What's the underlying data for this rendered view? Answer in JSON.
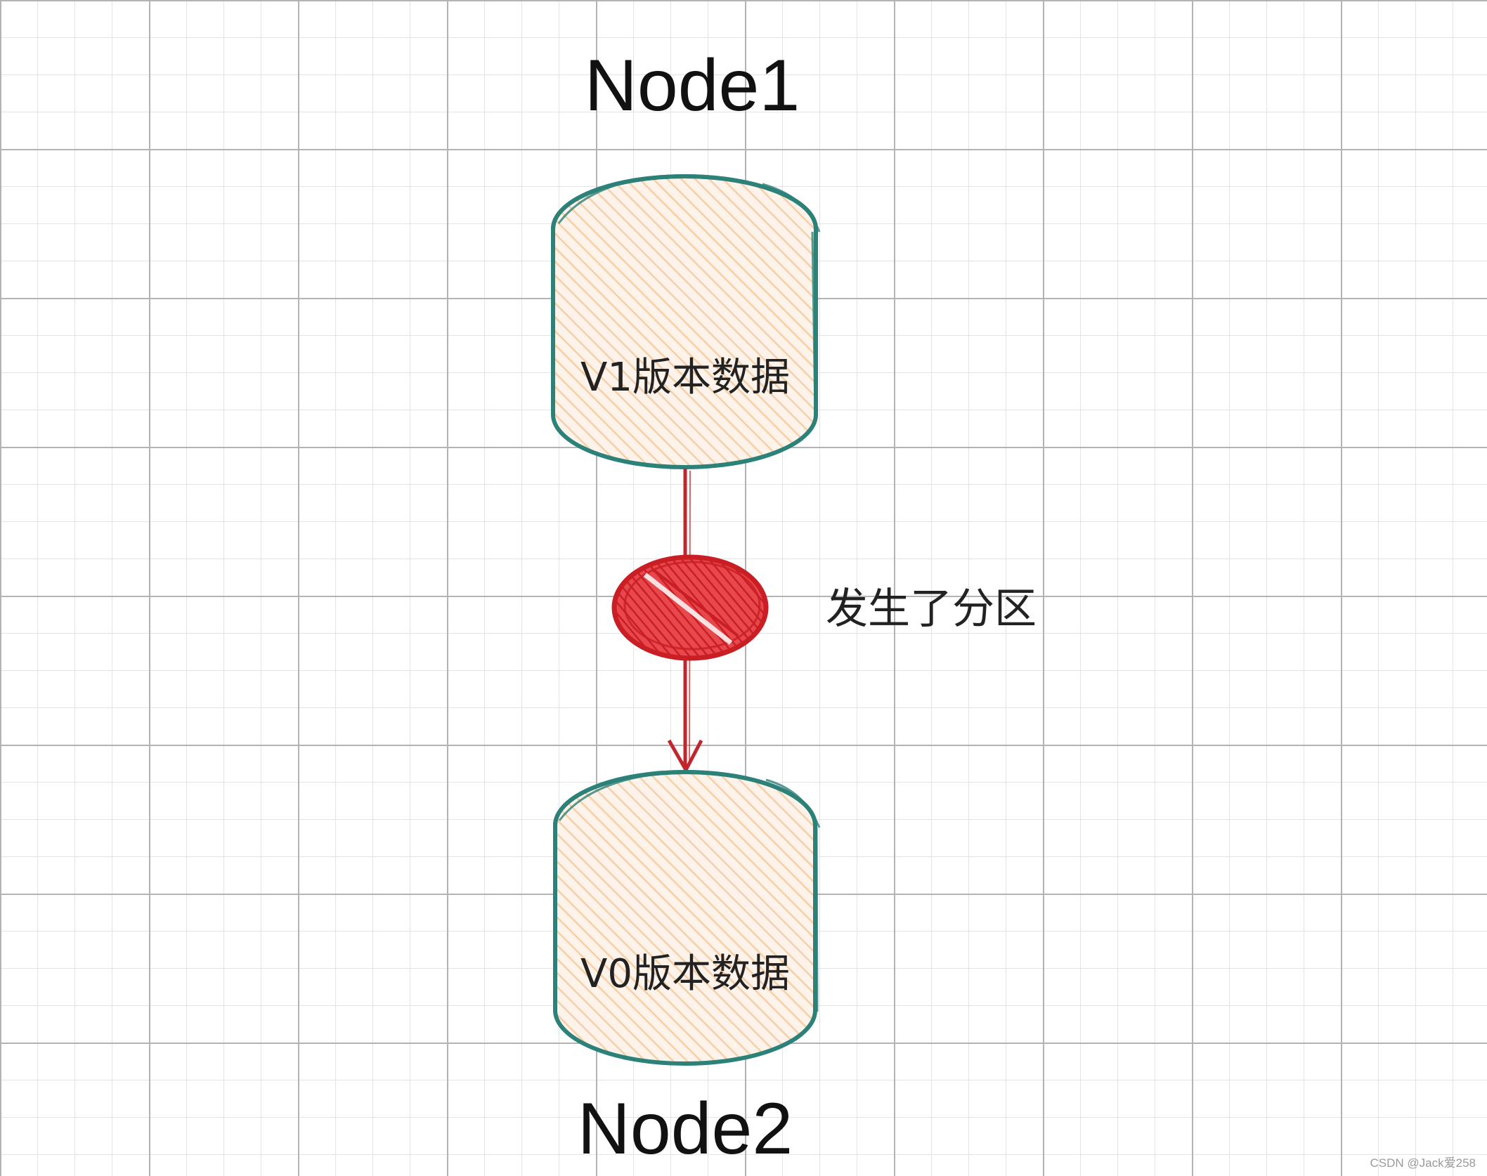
{
  "nodes": [
    {
      "title": "Node1",
      "label": "V1版本数据"
    },
    {
      "title": "Node2",
      "label": "V0版本数据"
    }
  ],
  "link": {
    "label": "发生了分区",
    "status": "blocked"
  },
  "colors": {
    "cylinder_stroke": "#2c8178",
    "cylinder_hatch": "#f7cfa6",
    "cylinder_fill": "#fdf3ea",
    "arrow": "#c0262b",
    "blocked_marker": "#c81e24"
  },
  "icons": {
    "blocked": "no-entry-icon"
  },
  "watermark": "CSDN @Jack爱258"
}
